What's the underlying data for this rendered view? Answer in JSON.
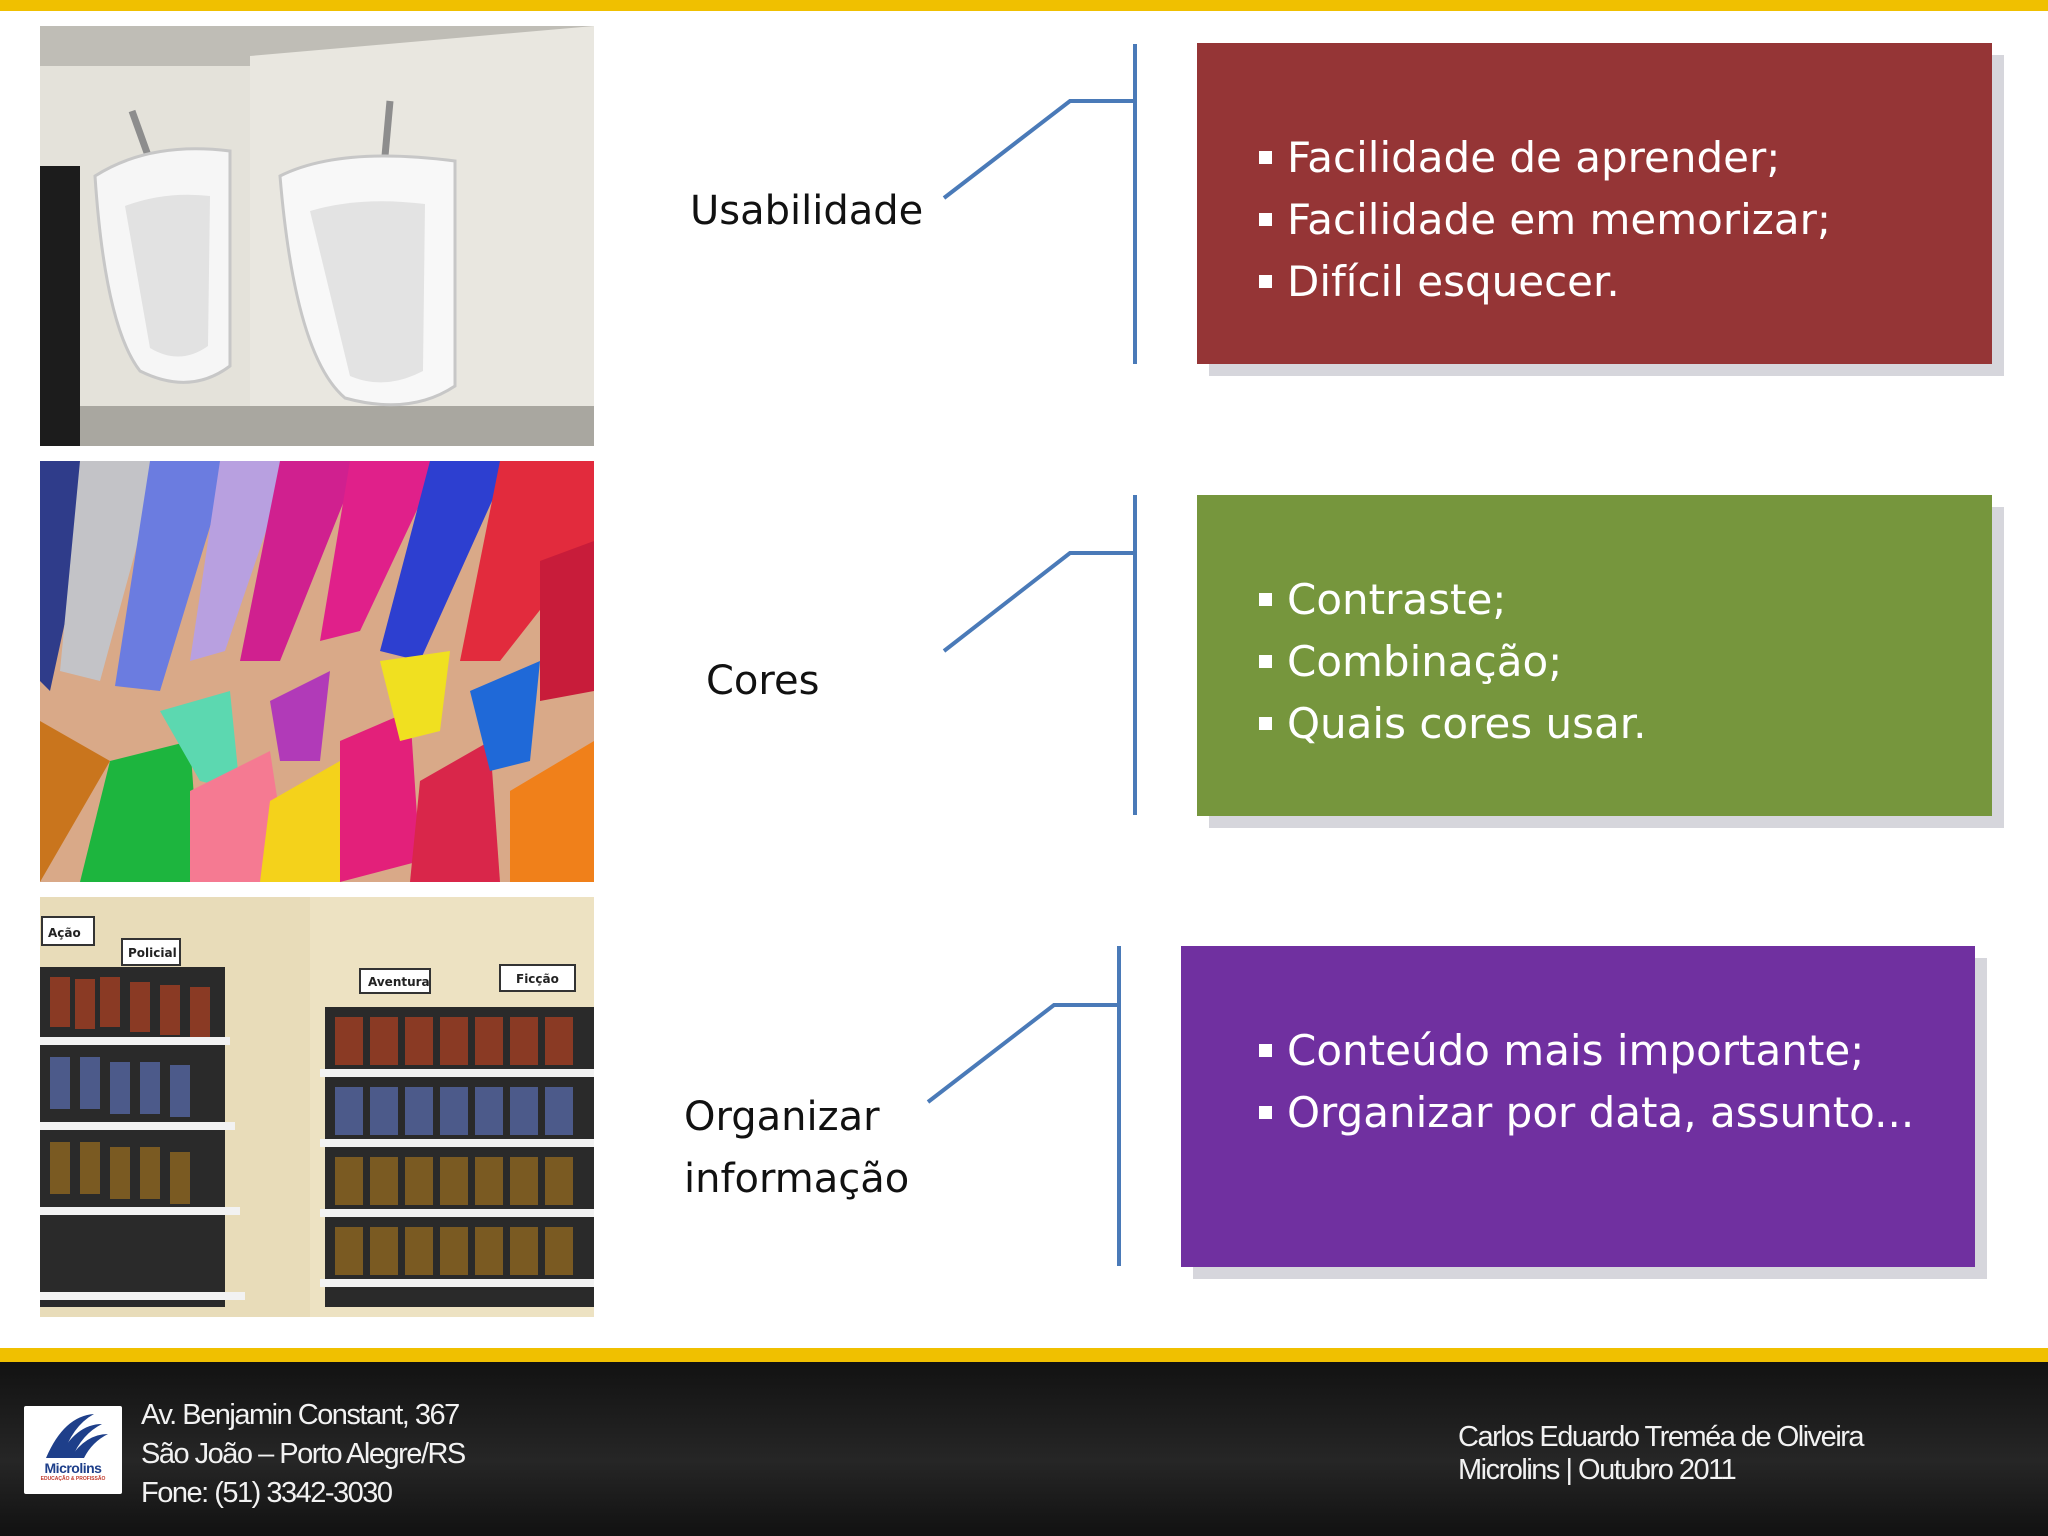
{
  "slide": {
    "topics": [
      {
        "label": "Usabilidade",
        "items": [
          "Facilidade de aprender;",
          "Facilidade em memorizar;",
          "Difícil esquecer."
        ],
        "color": "#953536"
      },
      {
        "label": "Cores",
        "items": [
          "Contraste;",
          "Combinação;",
          "Quais cores usar."
        ],
        "color": "#76963d"
      },
      {
        "label": "Organizar\ninformação",
        "items": [
          "Conteúdo mais importante;",
          "Organizar por data, assunto..."
        ],
        "color": "#7030a0"
      }
    ],
    "photos": {
      "p1": "urinals-photo",
      "p2": "colored-pencils-photo",
      "p3": "dvd-shelves-photo"
    },
    "dvd_signs": [
      "Ação",
      "Policial",
      "Aventura",
      "Ficção"
    ]
  },
  "footer": {
    "logo_name": "Microlins",
    "logo_sub": "EDUCAÇÃO & PROFISSÃO",
    "address": [
      "Av. Benjamin Constant, 367",
      "São João – Porto Alegre/RS",
      "Fone: (51) 3342-3030"
    ],
    "credits": [
      "Carlos Eduardo Treméa de Oliveira",
      "Microlins | Outubro 2011"
    ]
  },
  "colors": {
    "accent_yellow": "#f0c000",
    "connector_blue": "#4a7ab8"
  }
}
